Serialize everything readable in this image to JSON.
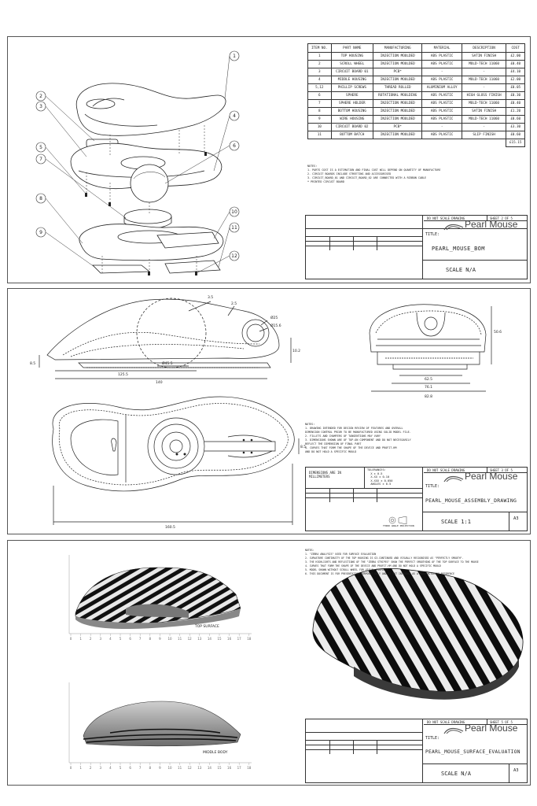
{
  "sheet1": {
    "bom_headers": [
      "ITEM NO.",
      "PART NAME",
      "MANUFACTURING",
      "MATERIAL",
      "DESCRIPTION",
      "COST"
    ],
    "bom_rows": [
      [
        "1",
        "TOP HOUSING",
        "INJECTION MOULDED",
        "ABS PLASTIC",
        "SATIN FINISH",
        "£2.00"
      ],
      [
        "2",
        "SCROLL WHEEL",
        "INJECTION MOULDED",
        "ABS PLASTIC",
        "MOLD-TECH 11060",
        "£0.40"
      ],
      [
        "3",
        "CIRCUIT BOARD 01",
        "PCB*",
        "-",
        "-",
        "£4.10"
      ],
      [
        "4",
        "MIDDLE HOUSING",
        "INJECTION MOULDED",
        "ABS PLASTIC",
        "MOLD-TECH 11060",
        "£2.00"
      ],
      [
        "5,12",
        "PHILLIP SCREWS",
        "THREAD ROLLED",
        "ALUMINIUM ALLOY",
        "-",
        "£0.05"
      ],
      [
        "6",
        "SPHERE",
        "ROTATIONAL MOULDING",
        "ABS PLASTIC",
        "HIGH GLOSS FINISH",
        "£0.30"
      ],
      [
        "7",
        "SPHERE HOLDER",
        "INJECTION MOULDED",
        "ABS PLASTIC",
        "MOLD-TECH 11060",
        "£0.40"
      ],
      [
        "8",
        "BOTTOM HOUSING",
        "INJECTION MOULDED",
        "ABS PLASTIC",
        "SATIN FINISH",
        "£1.20"
      ],
      [
        "9",
        "WIRE HOUSING",
        "INJECTION MOULDED",
        "ABS PLASTIC",
        "MOLD-TECH 11060",
        "£0.60"
      ],
      [
        "10",
        "CIRCUIT BOARD 02",
        "PCB*",
        "-",
        "-",
        "£3.30"
      ],
      [
        "11",
        "BOTTOM BATCH",
        "INJECTION MOULDED",
        "ABS PLASTIC",
        "SLIP FINISH",
        "£0.60"
      ]
    ],
    "bom_total": "£15.15",
    "notes": "NOTES:\n1. PARTS COST IS A ESTIMATION AND FINAL COST WILL DEPEND ON QUANTITY OF MANUFACTURE\n2. CIRCUIT BOARDS INCLUDE STREETING AND ACCESSORISED\n3. CIRCUIT_BOARD_01 AND CIRCUIT_BOARD_02 ARE CONNECTED WITH A RIBBON CABLE\n* PRINTED CIRCUIT BOARD",
    "callouts": [
      "1",
      "2",
      "3",
      "4",
      "5",
      "6",
      "7",
      "8",
      "9",
      "10",
      "11",
      "12"
    ],
    "tb": {
      "no_scale": "DO NOT SCALE DRAWING",
      "sheet": "SHEET 2 OF 5",
      "brand": "Pearl Mouse",
      "title_label": "TITLE:",
      "drawing_title": "PEARL_MOUSE_BOM",
      "scale": "SCALE  N/A"
    }
  },
  "sheet2": {
    "dims": {
      "d1": "3.5",
      "d2": "2.5",
      "d3": "Ø25",
      "d4": "Ø15.6",
      "d5": "8.5",
      "d6": "10.2",
      "d7": "Ø45.5",
      "d8": "125.5",
      "d9": "140",
      "d10": "50.6",
      "d11": "62.5",
      "d12": "76.1",
      "d13": "82.8",
      "d14": "8.5",
      "d15": "160.5"
    },
    "notes": "NOTES:\n1. DRAWING INTENDED FOR DESIGN REVIEW OF FEATURES AND OVERALL\nDIMENSION CONTROL PRIOR TO BE MANUFACTURED USING SOLID MODEL FILE.\n2. FILLETS AND CHAMFERS OF TANGENTIONS MAY VARY\n3. DIMENSIONS SHOWN ARE OF TOP-ON COMPONENT AND DO NOT NECESSARILY\nREFLECT THE DIMENSION OF FINAL PART\n4. CURVES THAT FORM THE SHAPE OF THE DEVICE AND PROFIT-HM\nAND DO NOT HOLD A SPECIFIC MOULD",
    "tolerances": "TOLERANCES:\n  X ± 0.5\n  X.XX ± 0.10\n  X.XXX ± 0.050\n  ANGLES ± 0.5",
    "dim_note": "DIMENSIONS ARE IN\nMILLIMETERS",
    "projection": "THIRD ANGLE PROJECTION",
    "tb": {
      "no_scale": "DO NOT SCALE DRAWING",
      "sheet": "SHEET 3 OF 5",
      "brand": "Pearl Mouse",
      "title_label": "TITLE:",
      "drawing_title": "PEARL_MOUSE_ASSEMBLY_DRAWING",
      "scale": "SCALE  1:1",
      "size": "A3"
    }
  },
  "sheet3": {
    "top_caption": "TOP SURFACE",
    "bottom_caption": "MIDDLE BODY",
    "ruler_ticks": [
      "0",
      "1",
      "2",
      "3",
      "4",
      "5",
      "6",
      "7",
      "8",
      "9",
      "10",
      "11",
      "12",
      "13",
      "14",
      "15",
      "16",
      "17",
      "18"
    ],
    "notes": "NOTES:\n1. \"ZEBRA ANALYSIS\" USED FOR SURFACE EVALUATION\n2. CURVATURE CONTINUITY OF THE TOP HOUSING IS G3-CONTINUED AND VISUALLY RECOGNISED AS \"PERFECTLY SMOOTH\".\n3. THE HIGHLIGHTS AND REFLECTIONS OF THE \"ZEBRA STRIPES\" SHOW THE PERFECT SMOOTHING OF THE TOP SURFACE TO THE MOUSE\n4. CURVES THAT FORM THE SHAPE OF THE DEVICE AND PROFIT-HM AND DO NOT HOLD A SPECIFIC MOULD\n5. MODEL SHOWN WITHOUT SCROLL WHEEL FOR VISUAL PURPOSES\n6. THIS DOCUMENT IS FOR PRESENTATION PURPOSES ONLY AND IS NOT INTENDED AS A MANUFACTURING REFERENCE",
    "tb": {
      "no_scale": "DO NOT SCALE DRAWING",
      "sheet": "SHEET 5 OF 5",
      "brand": "Pearl Mouse",
      "title_label": "TITLE:",
      "drawing_title": "PEARL_MOUSE_SURFACE_EVALUATION",
      "scale": "SCALE  N/A",
      "size": "A3"
    }
  }
}
